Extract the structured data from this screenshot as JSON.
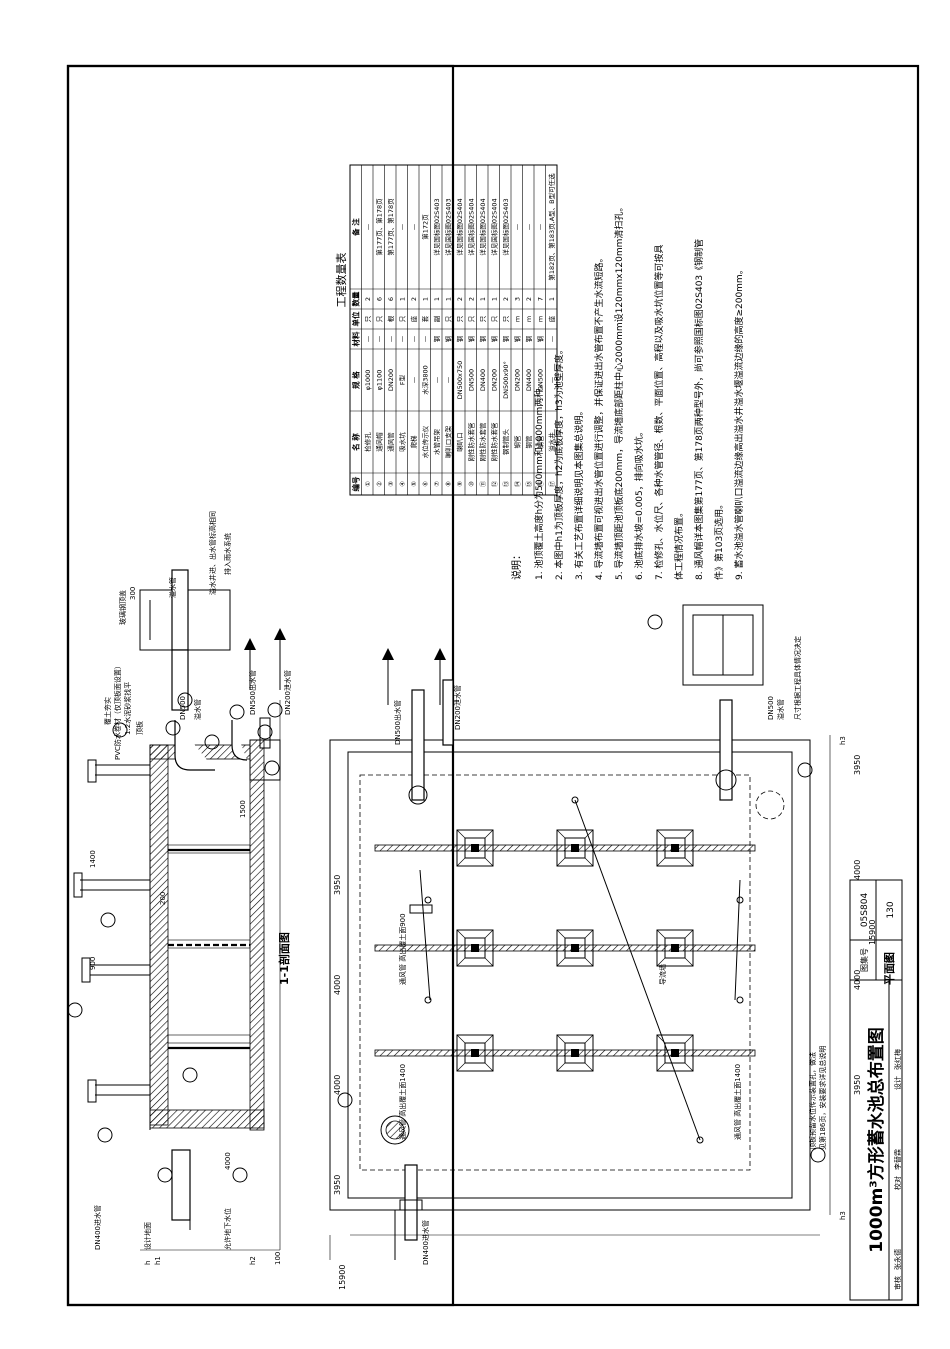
{
  "title": "1000m³方形蓄水池总布置图",
  "atlas_label": "图集号",
  "atlas_no": "05S804",
  "page_label": "页",
  "page_no": "130",
  "signoff": {
    "review_label": "审核",
    "review_name": "张永德",
    "check_label": "校对",
    "check_name": "李替霖",
    "design_label": "设计",
    "design_name": "张红梅"
  },
  "section_title": "1-1剖面图",
  "plan_title": "平面图",
  "notes_heading": "说明：",
  "notes": [
    "1. 池顶覆土高度h分为500mm和1000mm两种。",
    "2. 本图中h1为顶板厚度，h2为底板厚度，h3为池壁厚度。",
    "3. 有关工艺布置详细说明见本图集总说明。",
    "4. 导流墙布置可视进出水管位置进行调整，并保证进出水管布置不产生水流短路。",
    "5. 导流墙顶距池顶板底200mm，导流墙底部距柱中心2000mm设120mmx120mm清扫孔。",
    "6. 池底排水坡=0.005，排向吸水坑。",
    "7. 检修孔、水位尺、各种水管管径、根数、平面位置、高程以及吸水坑位置等可按具",
    "   体工程情况布置。",
    "8. 通风帽详本图集第177页、第178页两种型号外，尚可参照国标图02S403《钢制管",
    "   件》第103页选用。",
    "9. 蓄水池溢水管喇叭口溢流边缘高出溢水井溢水堰溢流边缘的高度≥200mm。"
  ],
  "table": {
    "caption": "工程数量表",
    "headers": [
      "编号",
      "名  称",
      "规  格",
      "材料",
      "单位",
      "数量",
      "备  注"
    ],
    "rows": [
      [
        "①",
        "检修孔",
        "φ1000",
        "—",
        "只",
        "2",
        "—"
      ],
      [
        "②",
        "通风帽",
        "φ1100",
        "—",
        "只",
        "6",
        "第177页、第178页"
      ],
      [
        "③",
        "通风管",
        "DN200",
        "—",
        "根",
        "6",
        "第177页、第178页"
      ],
      [
        "④",
        "吸水坑",
        "F型",
        "—",
        "只",
        "1",
        "—"
      ],
      [
        "⑤",
        "爬梯",
        "—",
        "—",
        "座",
        "2",
        "—"
      ],
      [
        "⑥",
        "水位传示仪",
        "水深3800",
        "—",
        "套",
        "1",
        "第172页"
      ],
      [
        "⑦",
        "水管吊架",
        "—",
        "钢",
        "副",
        "1",
        "详见国标图02S403"
      ],
      [
        "⑧",
        "喇叭口支架",
        "—",
        "钢",
        "只",
        "1",
        "详见国标图02S403"
      ],
      [
        "⑨",
        "喇叭口",
        "DN500x750",
        "钢",
        "只",
        "2",
        "详见国标图02S404"
      ],
      [
        "⑩",
        "刚性防水套管",
        "DN500",
        "钢",
        "只",
        "2",
        "详见国标图02S404"
      ],
      [
        "⑪",
        "刚性防水套管",
        "DN400",
        "钢",
        "只",
        "1",
        "详见国标图02S404"
      ],
      [
        "⑫",
        "刚性防水套管",
        "DN200",
        "钢",
        "只",
        "1",
        "详见国标图02S404"
      ],
      [
        "⑬",
        "钢制管头",
        "DN500x90°",
        "钢",
        "只",
        "2",
        "详见国标图02S403"
      ],
      [
        "⑭",
        "钢管",
        "DN200",
        "钢",
        "m",
        "3",
        "—"
      ],
      [
        "⑮",
        "钢管",
        "DN400",
        "钢",
        "m",
        "2",
        "—"
      ],
      [
        "⑯",
        "钢管",
        "DN500",
        "钢",
        "m",
        "7",
        "—"
      ],
      [
        "⑰",
        "溢水井",
        "—",
        "—",
        "座",
        "1",
        "第182页、第183页,A型、B型可任选"
      ]
    ]
  },
  "labels": {
    "cover_soil": "覆土夯实",
    "pvc_membrane": "PVC防水卷材（仅顶板面设置）",
    "mortar": "1:2水泥砂浆找平",
    "roof_slab": "顶板",
    "dn400_in": "DN400进水管",
    "design_ground": "设计地面",
    "groundwater": "允许地下水位",
    "dn500": "DN500",
    "overflow_pipe": "溢水管",
    "dn500_out": "DN500出水管",
    "dn200_drain": "DN200泄水管",
    "glass_cover": "玻璃钢顶盖",
    "overflow_well_note": "溢水井进、出水管标高相同",
    "to_storm": "排入雨水系统",
    "vent_pipe_900": "通风管 高出覆土面900",
    "vent_pipe_1400a": "通风管 高出覆土面1400",
    "vent_pipe_1400b": "通风管 高出覆土面1400",
    "guide_wall": "导流墙",
    "level_note_1": "顶板预留水位传示装置孔，做法",
    "level_note_2": "见第186页，安装要求详见总说明",
    "size_note": "尺寸根据工程具体情况决定",
    "dn500_overflow": "DN500",
    "overflow_label": "溢水管",
    "dims": {
      "d300": "300",
      "d1400": "1400",
      "d900": "900",
      "d200": "200",
      "d1500": "1500",
      "d4000": "4000",
      "d3950": "3950",
      "d15900": "15900",
      "d100": "100",
      "h": "h",
      "h1": "h1",
      "h2": "h2",
      "h3": "h3"
    }
  }
}
